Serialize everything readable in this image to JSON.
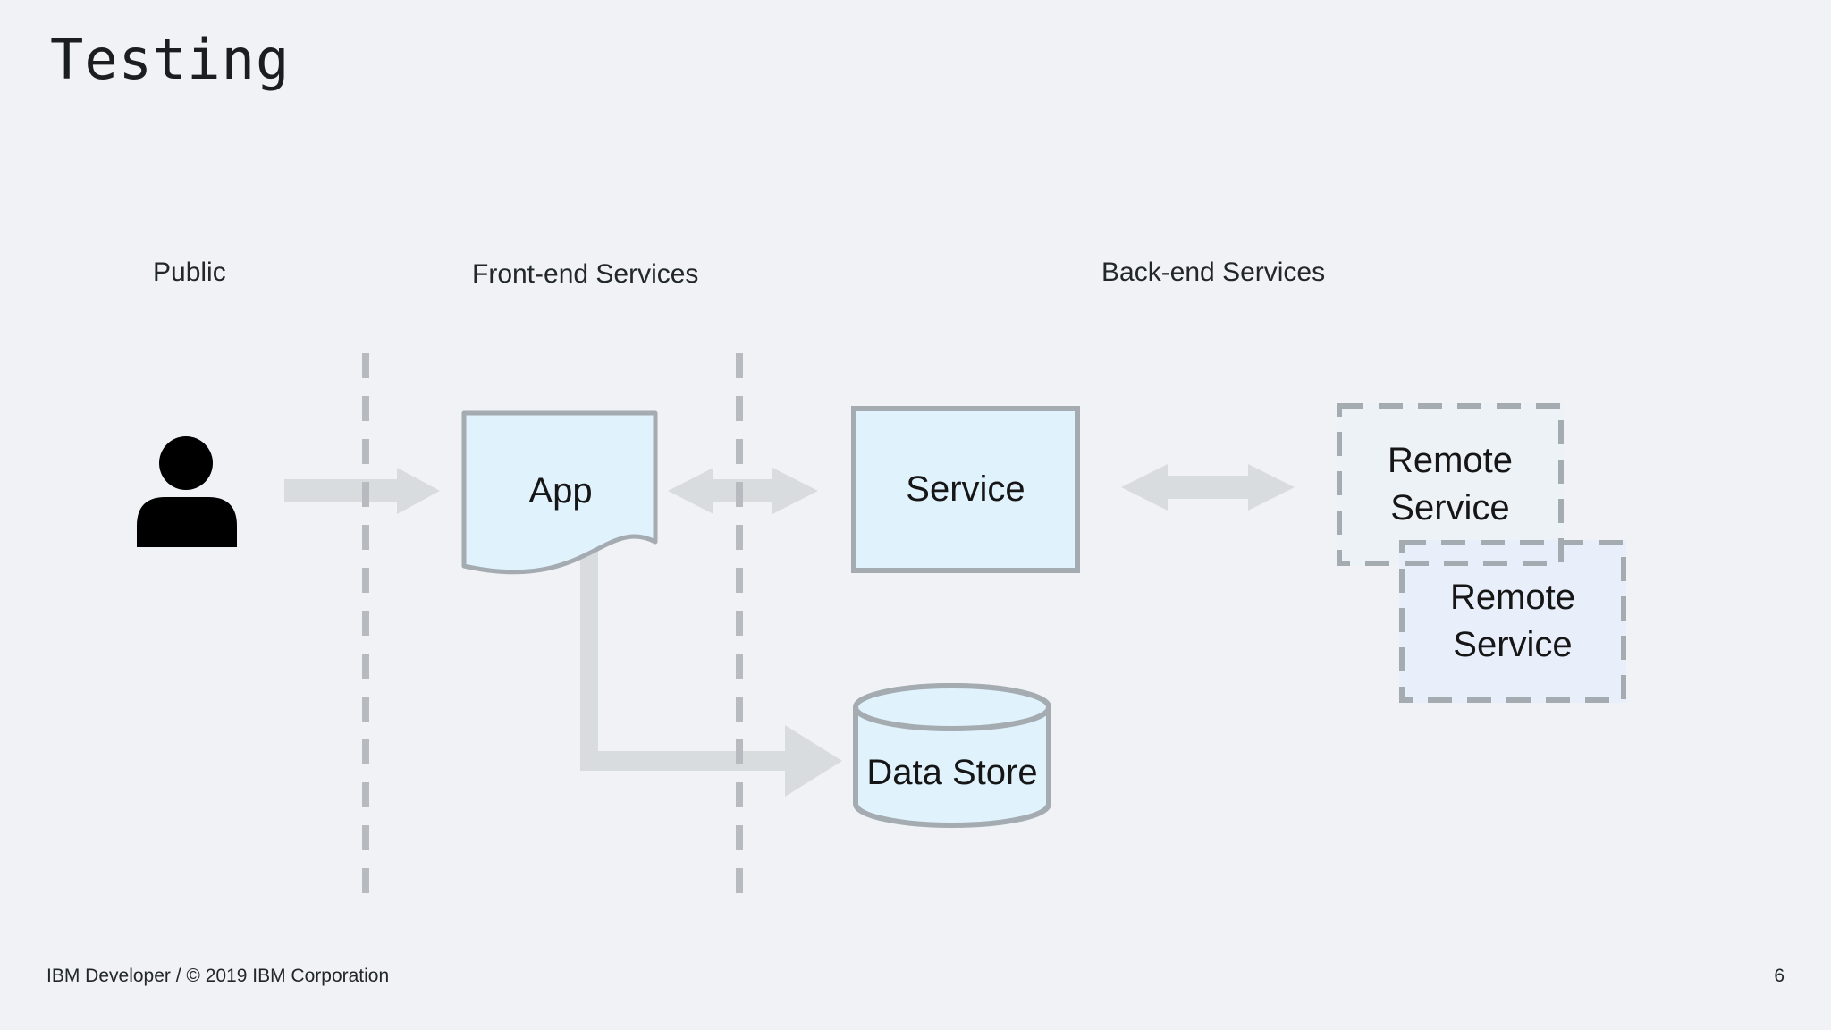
{
  "slide": {
    "title": "Testing",
    "footer": "IBM Developer / © 2019 IBM Corporation",
    "page_number": "6"
  },
  "lanes": {
    "public_label": "Public",
    "frontend_label": "Front-end Services",
    "backend_label": "Back-end Services"
  },
  "diagram": {
    "type": "architecture-flow",
    "nodes": [
      {
        "id": "user",
        "icon": "person-icon",
        "lane": "Public",
        "label": ""
      },
      {
        "id": "app",
        "label": "App",
        "shape": "document",
        "lane": "Front-end Services"
      },
      {
        "id": "service",
        "label": "Service",
        "shape": "rectangle",
        "lane": "Back-end Services"
      },
      {
        "id": "data-store",
        "label": "Data Store",
        "shape": "cylinder",
        "lane": "Back-end Services"
      },
      {
        "id": "remote-service-1",
        "label": "Remote Service",
        "shape": "dashed-rectangle",
        "lane": "Back-end Services"
      },
      {
        "id": "remote-service-2",
        "label": "Remote Service",
        "shape": "dashed-rectangle",
        "lane": "Back-end Services"
      }
    ],
    "edges": [
      {
        "from": "user",
        "to": "app",
        "direction": "one-way"
      },
      {
        "from": "app",
        "to": "service",
        "direction": "two-way"
      },
      {
        "from": "service",
        "to": "remote-service-1",
        "direction": "two-way"
      },
      {
        "from": "app",
        "to": "data-store",
        "direction": "one-way",
        "style": "elbow"
      }
    ]
  },
  "colors": {
    "background": "#f0f2f5",
    "node_fill": "#e0f2fc",
    "node_border": "#a4abb1",
    "remote_fill_1": "#edf2f7",
    "remote_fill_2": "#e8eefa",
    "arrow": "#d9dcdf",
    "dashed_line": "#b7bbbf",
    "text": "#161616",
    "person_icon": "#000000"
  }
}
